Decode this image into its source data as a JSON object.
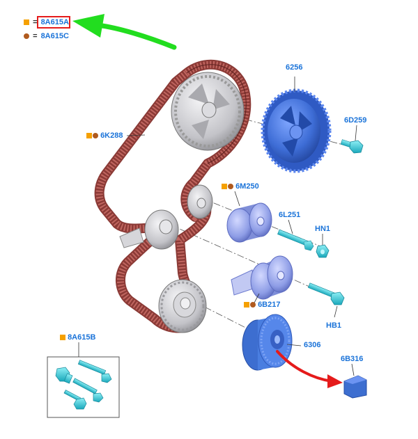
{
  "colors": {
    "part_label": "#1a73d9",
    "square_marker": "#f5a000",
    "circle_marker": "#b05a1e",
    "belt": "#8b3a36",
    "belt_dark": "#5e2220",
    "pulley_grey": "#c9c9cc",
    "sprocket_blue": "#3f6fd8",
    "tensioner_blue": "#8e9ee8",
    "bolt_cyan": "#33c8d8",
    "highlight_box": "#e51b1b",
    "pointer_green": "#22dd1f",
    "pointer_red": "#e51b1b"
  },
  "legend": {
    "items": [
      {
        "marker": "square",
        "eq": "=",
        "code": "8A615A"
      },
      {
        "marker": "circle",
        "eq": "=",
        "code": "8A615C"
      }
    ]
  },
  "parts": {
    "p6256": "6256",
    "p6D259": "6D259",
    "p6K288": "6K288",
    "p6M250": "6M250",
    "p6L251": "6L251",
    "pHN1": "HN1",
    "p6B217": "6B217",
    "pHB1": "HB1",
    "p8A615B": "8A615B",
    "p6306": "6306",
    "p6B316": "6B316"
  }
}
